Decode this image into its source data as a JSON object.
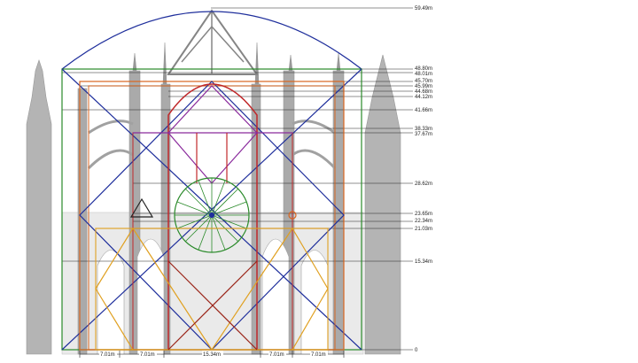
{
  "diagram": {
    "height_labels": [
      "59.49m",
      "48.80m",
      "48.01m",
      "45.70m",
      "45.99m",
      "44.68m",
      "44.12m",
      "41.66m",
      "38.33m",
      "37.67m",
      "28.62m",
      "23.65m",
      "22.34m",
      "21.03m",
      "15.34m",
      "0"
    ],
    "width_labels": [
      "7.01m",
      "7.01m",
      "15.34m",
      "7.01m",
      "7.01m"
    ],
    "colors": {
      "blue": "#1f2f9c",
      "green": "#2a8a2a",
      "orange": "#d8641e",
      "red": "#c0282a",
      "purple": "#8a2a9c",
      "yellow": "#e0a020",
      "dark_red": "#9a2418",
      "stone": "#3a3a3a"
    }
  }
}
